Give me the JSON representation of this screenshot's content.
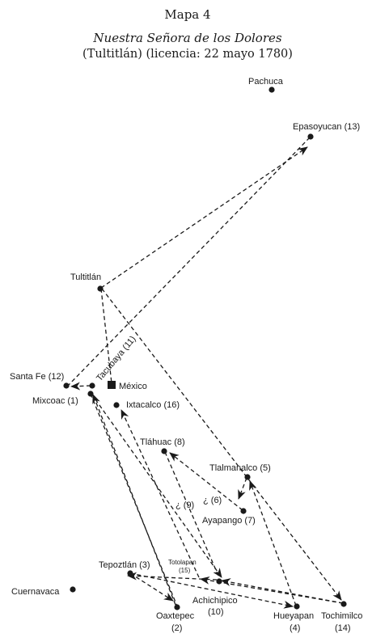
{
  "title": {
    "map_number": "Mapa 4",
    "subtitle": "Nuestra Señora de los Dolores",
    "license": "(Tultitlán) (licencia: 22 mayo 1780)"
  },
  "places": {
    "pachuca": "Pachuca",
    "epasoyucan": "Epasoyucan (13)",
    "tultitlan": "Tultitlán",
    "tacubaya": "Tacubaya (11)",
    "santa_fe": "Santa Fe (12)",
    "mexico": "México",
    "mixcoac": "Mixcoac (1)",
    "ixtacalco": "Ixtacalco (16)",
    "tlahuac": "Tláhuac (8)",
    "tlalmanalco": "Tlalmanalco (5)",
    "q9": "¿ (9)",
    "q6": "¿ (6)",
    "ayapango": "Ayapango (7)",
    "tepoztlan": "Tepoztlán (3)",
    "totolapan_name": "Totolapan",
    "totolapan_num": "(15)",
    "cuernavaca": "Cuernavaca",
    "achichipico_name": "Achichipico",
    "achichipico_num": "(10)",
    "oaxtepec_name": "Oaxtepec",
    "oaxtepec_num": "(2)",
    "hueyapan_name": "Hueyapan",
    "hueyapan_num": "(4)",
    "tochimilco_name": "Tochimilco",
    "tochimilco_num": "(14)"
  },
  "legend_marks": {
    "town_marker": "black-dot",
    "capital_marker": "black-square",
    "route_style": "dashed-arrow"
  }
}
